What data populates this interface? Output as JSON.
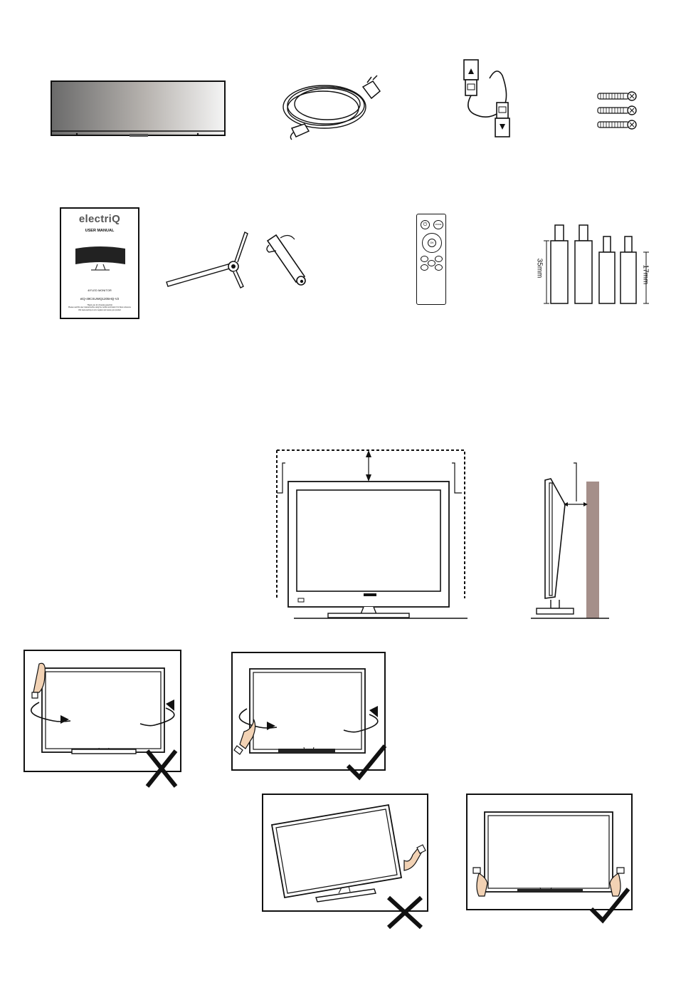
{
  "accessories": {
    "manual": {
      "brand": "electriQ",
      "title": "USER MANUAL",
      "model_heading": "49\"LED MONITOR",
      "model_number": "eiQ-49CSUWQ1205HQ-V2",
      "fine_print_1": "Thank you for choosing electriQ",
      "fine_print_2": "Please read this user manual before using the monitor and retain it for future reference",
      "fine_print_3": "Visit www.electriq.co.uk to register and review your product"
    },
    "remote": {
      "power_glyph": "⏻",
      "mode_label": "MODE",
      "ok_label": "OK"
    },
    "standoffs": {
      "long_label": "35mm",
      "short_label": "17mm"
    }
  }
}
